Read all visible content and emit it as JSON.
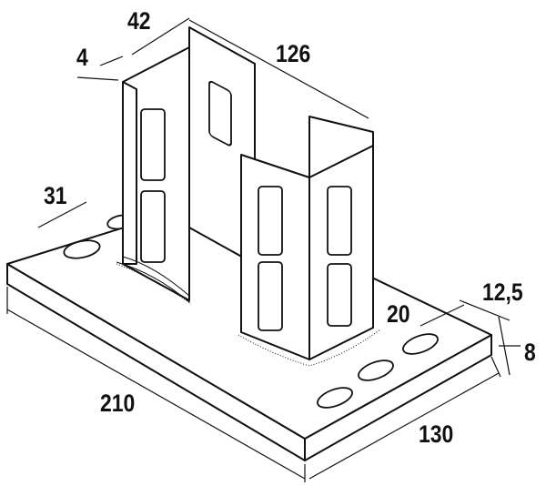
{
  "title": "Base plate with two channel uprights, dimensioned drawing",
  "dimensions": {
    "channel_width": "42",
    "channel_height": "126",
    "wall_thickness": "4",
    "hole_offset": "31",
    "hole_diameter": "12,5",
    "hole_spacing": "20",
    "plate_thickness": "8",
    "plate_length": "210",
    "plate_width": "130"
  }
}
